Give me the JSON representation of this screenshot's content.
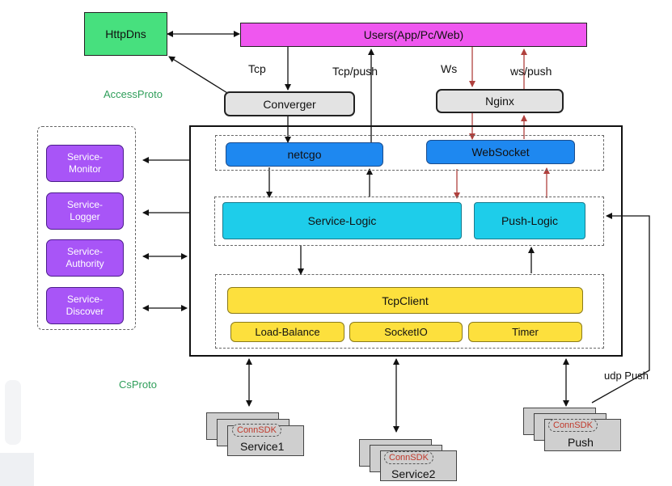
{
  "colors": {
    "httpdns": "#47e07e",
    "users": "#ef57ef",
    "gray_box": "#e3e3e3",
    "blue": "#1e88f0",
    "cyan": "#1ecdea",
    "yellow": "#fde03d",
    "purple": "#a855f7",
    "arrow_red": "#b0413e",
    "label_green": "#2f9e5a"
  },
  "top": {
    "httpdns": "HttpDns",
    "users": "Users(App/Pc/Web)",
    "converger": "Converger",
    "nginx": "Nginx"
  },
  "labels": {
    "tcp": "Tcp",
    "tcp_push": "Tcp/push",
    "ws": "Ws",
    "ws_push": "ws/push",
    "access_proto": "AccessProto",
    "cs_proto": "CsProto",
    "udp_push": "udp Push"
  },
  "core": {
    "netcgo": "netcgo",
    "websocket": "WebSocket",
    "service_logic": "Service-Logic",
    "push_logic": "Push-Logic",
    "tcpclient": "TcpClient",
    "load_balance": "Load-Balance",
    "socketio": "SocketIO",
    "timer": "Timer"
  },
  "side_services": [
    {
      "line1": "Service-",
      "line2": "Monitor"
    },
    {
      "line1": "Service-",
      "line2": "Logger"
    },
    {
      "line1": "Service-",
      "line2": "Authority"
    },
    {
      "line1": "Service-",
      "line2": "Discover"
    }
  ],
  "backends": {
    "connsdk": "ConnSDK",
    "service1": "Service1",
    "service2": "Service2",
    "push": "Push"
  }
}
